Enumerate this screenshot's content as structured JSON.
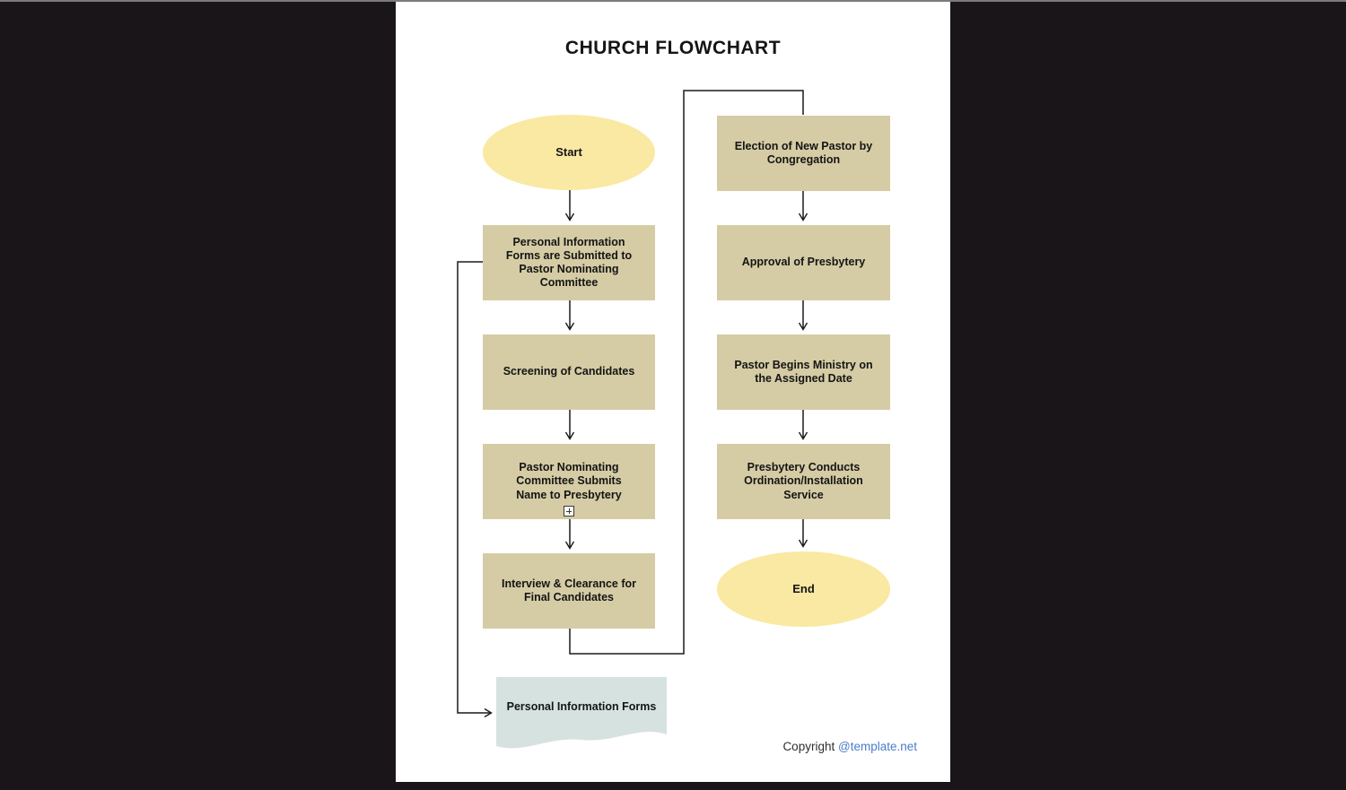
{
  "page": {
    "title": "CHURCH FLOWCHART",
    "copyright_prefix": "Copyright",
    "copyright_link": "@template.net"
  },
  "colors": {
    "canvas_bg": "#1a1519",
    "page_bg": "#ffffff",
    "terminal_fill": "#f9e9a2",
    "process_fill": "#d5cca5",
    "document_fill": "#d6e2df",
    "line": "#1a1a1a",
    "link": "#4a7dc8"
  },
  "nodes": {
    "start": {
      "type": "terminal",
      "label": "Start"
    },
    "submit_forms": {
      "type": "process",
      "label": "Personal Information\nForms are Submitted to\nPastor Nominating\nCommittee"
    },
    "screening": {
      "type": "process",
      "label": "Screening of Candidates"
    },
    "submit_name": {
      "type": "process",
      "label": "Pastor Nominating\nCommittee Submits\nName to Presbytery"
    },
    "interview": {
      "type": "process",
      "label": "Interview & Clearance for\nFinal Candidates"
    },
    "forms_doc": {
      "type": "document",
      "label": "Personal Information\nForms"
    },
    "election": {
      "type": "process",
      "label": "Election of New Pastor by\nCongregation"
    },
    "approval": {
      "type": "process",
      "label": "Approval of Presbytery"
    },
    "ministry": {
      "type": "process",
      "label": "Pastor Begins Ministry on\nthe Assigned Date"
    },
    "ordination": {
      "type": "process",
      "label": "Presbytery Conducts\nOrdination/Installation\nService"
    },
    "end": {
      "type": "terminal",
      "label": "End"
    }
  },
  "edges": [
    {
      "from": "start",
      "to": "submit_forms"
    },
    {
      "from": "submit_forms",
      "to": "screening"
    },
    {
      "from": "screening",
      "to": "submit_name"
    },
    {
      "from": "submit_name",
      "to": "interview"
    },
    {
      "from": "interview",
      "to": "election"
    },
    {
      "from": "submit_forms",
      "to": "forms_doc"
    },
    {
      "from": "election",
      "to": "approval"
    },
    {
      "from": "approval",
      "to": "ministry"
    },
    {
      "from": "ministry",
      "to": "ordination"
    },
    {
      "from": "ordination",
      "to": "end"
    }
  ],
  "icons": {
    "expand_toggle": "plus-in-square"
  }
}
